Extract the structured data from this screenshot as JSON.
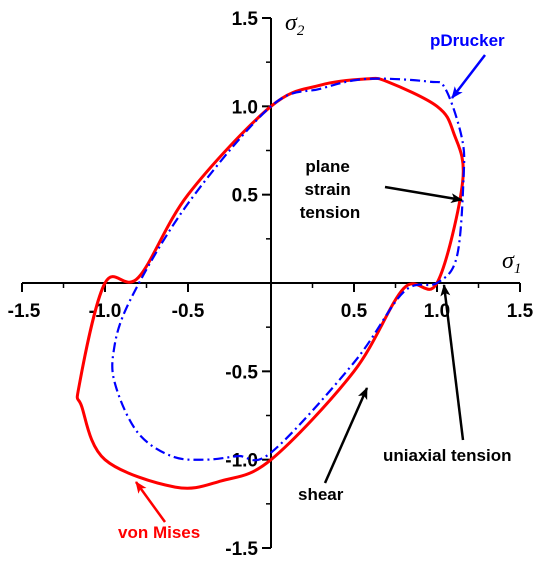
{
  "chart_data": {
    "type": "line",
    "xlim": [
      -1.5,
      1.5
    ],
    "ylim": [
      -1.5,
      1.5
    ],
    "x_ticks": [
      "-1.5",
      "-1.0",
      "-0.5",
      "0.5",
      "1.0",
      "1.5"
    ],
    "y_ticks": [
      "1.5",
      "1.0",
      "0.5",
      "-0.5",
      "-1.0",
      "-1.5"
    ],
    "x_tick_values": [
      -1.5,
      -1.0,
      -0.5,
      0.5,
      1.0,
      1.5
    ],
    "y_tick_values": [
      1.5,
      1.0,
      0.5,
      -0.5,
      -1.0,
      -1.5
    ],
    "xlabel": "σ",
    "xlabel_sub": "1",
    "ylabel": "σ",
    "ylabel_sub": "2",
    "grid": false,
    "series": [
      {
        "name": "von Mises",
        "color": "#ff0000",
        "style": "solid",
        "points": [
          [
            1.155,
            0.577
          ],
          [
            1.1,
            0.85
          ],
          [
            1.0,
            1.0
          ],
          [
            0.7,
            1.14
          ],
          [
            0.577,
            1.155
          ],
          [
            0.3,
            1.12
          ],
          [
            0.0,
            1.0
          ],
          [
            -0.5,
            0.5
          ],
          [
            -0.8,
            0.03
          ],
          [
            -1.0,
            0.0
          ],
          [
            -1.155,
            -0.577
          ],
          [
            -1.14,
            -0.7
          ],
          [
            -1.0,
            -1.0
          ],
          [
            -0.577,
            -1.155
          ],
          [
            -0.3,
            -1.12
          ],
          [
            0.0,
            -1.0
          ],
          [
            0.5,
            -0.5
          ],
          [
            0.8,
            -0.03
          ],
          [
            1.0,
            0.0
          ]
        ]
      },
      {
        "name": "pDrucker",
        "color": "#0000ff",
        "style": "dash-dot",
        "points": [
          [
            1.16,
            0.6
          ],
          [
            1.15,
            0.82
          ],
          [
            1.05,
            1.1
          ],
          [
            0.95,
            1.14
          ],
          [
            0.577,
            1.155
          ],
          [
            0.3,
            1.1
          ],
          [
            0.0,
            1.0
          ],
          [
            -0.5,
            0.45
          ],
          [
            -0.85,
            -0.1
          ],
          [
            -0.95,
            -0.4
          ],
          [
            -0.93,
            -0.6
          ],
          [
            -0.8,
            -0.85
          ],
          [
            -0.6,
            -0.98
          ],
          [
            -0.4,
            -1.0
          ],
          [
            -0.2,
            -0.98
          ],
          [
            0.0,
            -0.96
          ],
          [
            0.5,
            -0.45
          ],
          [
            0.8,
            -0.05
          ],
          [
            1.0,
            0.0
          ],
          [
            1.12,
            0.15
          ]
        ]
      }
    ],
    "annotations": {
      "pdrucker": {
        "text": "pDrucker",
        "color": "#0000ff"
      },
      "plane_strain": {
        "lines": [
          "plane",
          "strain",
          "tension"
        ],
        "point": [
          1.155,
          0.5
        ]
      },
      "uniaxial": {
        "text": "uniaxial tension",
        "point": [
          1.0,
          0.0
        ]
      },
      "shear": {
        "text": "shear",
        "point": [
          0.5,
          -0.6
        ]
      },
      "vonmises": {
        "text": "von Mises",
        "color": "#ff0000"
      }
    }
  }
}
